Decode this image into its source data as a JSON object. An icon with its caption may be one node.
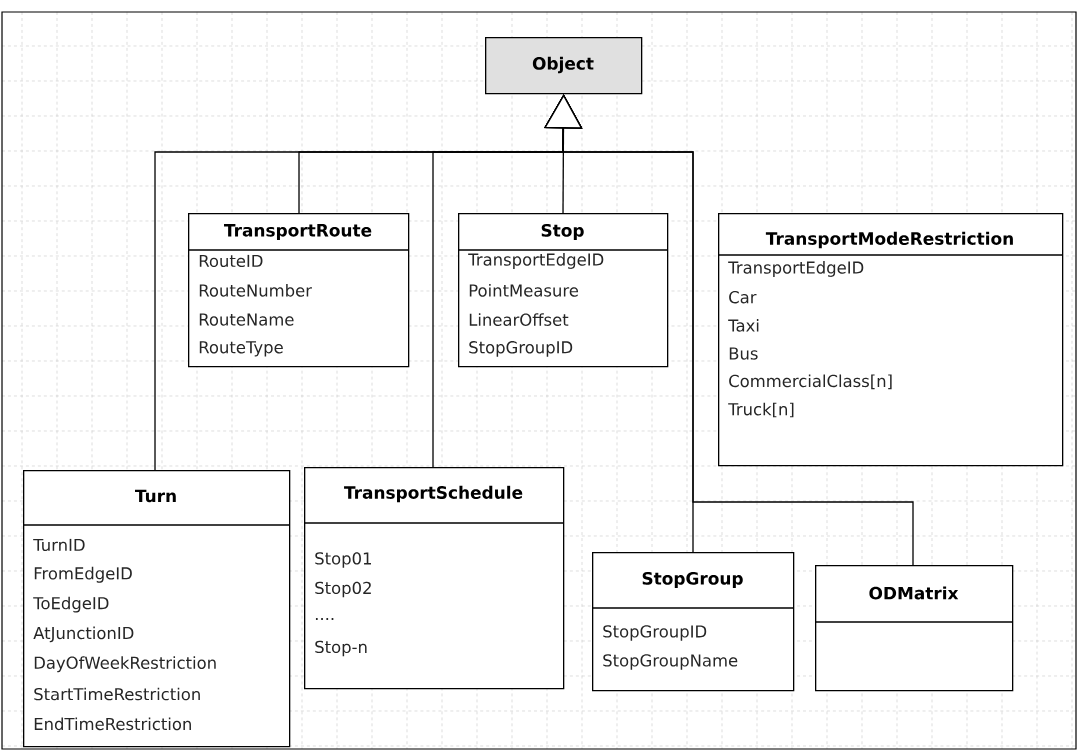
{
  "diagram": {
    "nodes": [
      {
        "text": [
          "Object"
        ]
      },
      {
        "text": [
          "TransportRoute",
          "RouteID",
          "RouteNumber",
          "RouteName",
          "RouteType"
        ]
      },
      {
        "text": [
          "Stop",
          "TransportEdgeID",
          "PointMeasure",
          "LinearOffset",
          "StopGroupID"
        ]
      },
      {
        "text": [
          "TransportModeRestriction",
          "TransportEdgeID",
          "Car",
          "Taxi",
          "Bus",
          "CommercialClass[n]",
          "Truck[n]"
        ]
      },
      {
        "text": [
          "Turn",
          "TurnID",
          "FromEdgeID",
          "ToEdgeID",
          "AtJunctionID",
          "DayOfWeekRestriction",
          "StartTimeRestriction",
          "EndTimeRestriction"
        ]
      },
      {
        "text": [
          "TransportSchedule",
          "Stop01",
          "Stop02",
          "....",
          "Stop-n"
        ]
      },
      {
        "text": [
          "StopGroup",
          "StopGroupID",
          "StopGroupName"
        ]
      },
      {
        "text": [
          "ODMatrix"
        ]
      }
    ],
    "edges": [
      {
        "from": 1,
        "to": 0,
        "arrow": "to"
      },
      {
        "from": 2,
        "to": 0,
        "arrow": "to"
      },
      {
        "from": 4,
        "to": 0,
        "arrow": "to"
      },
      {
        "from": 5,
        "to": 0,
        "arrow": "to"
      },
      {
        "from": 6,
        "to": 0,
        "arrow": "to"
      },
      {
        "from": 7,
        "to": 0,
        "arrow": "to"
      }
    ]
  }
}
